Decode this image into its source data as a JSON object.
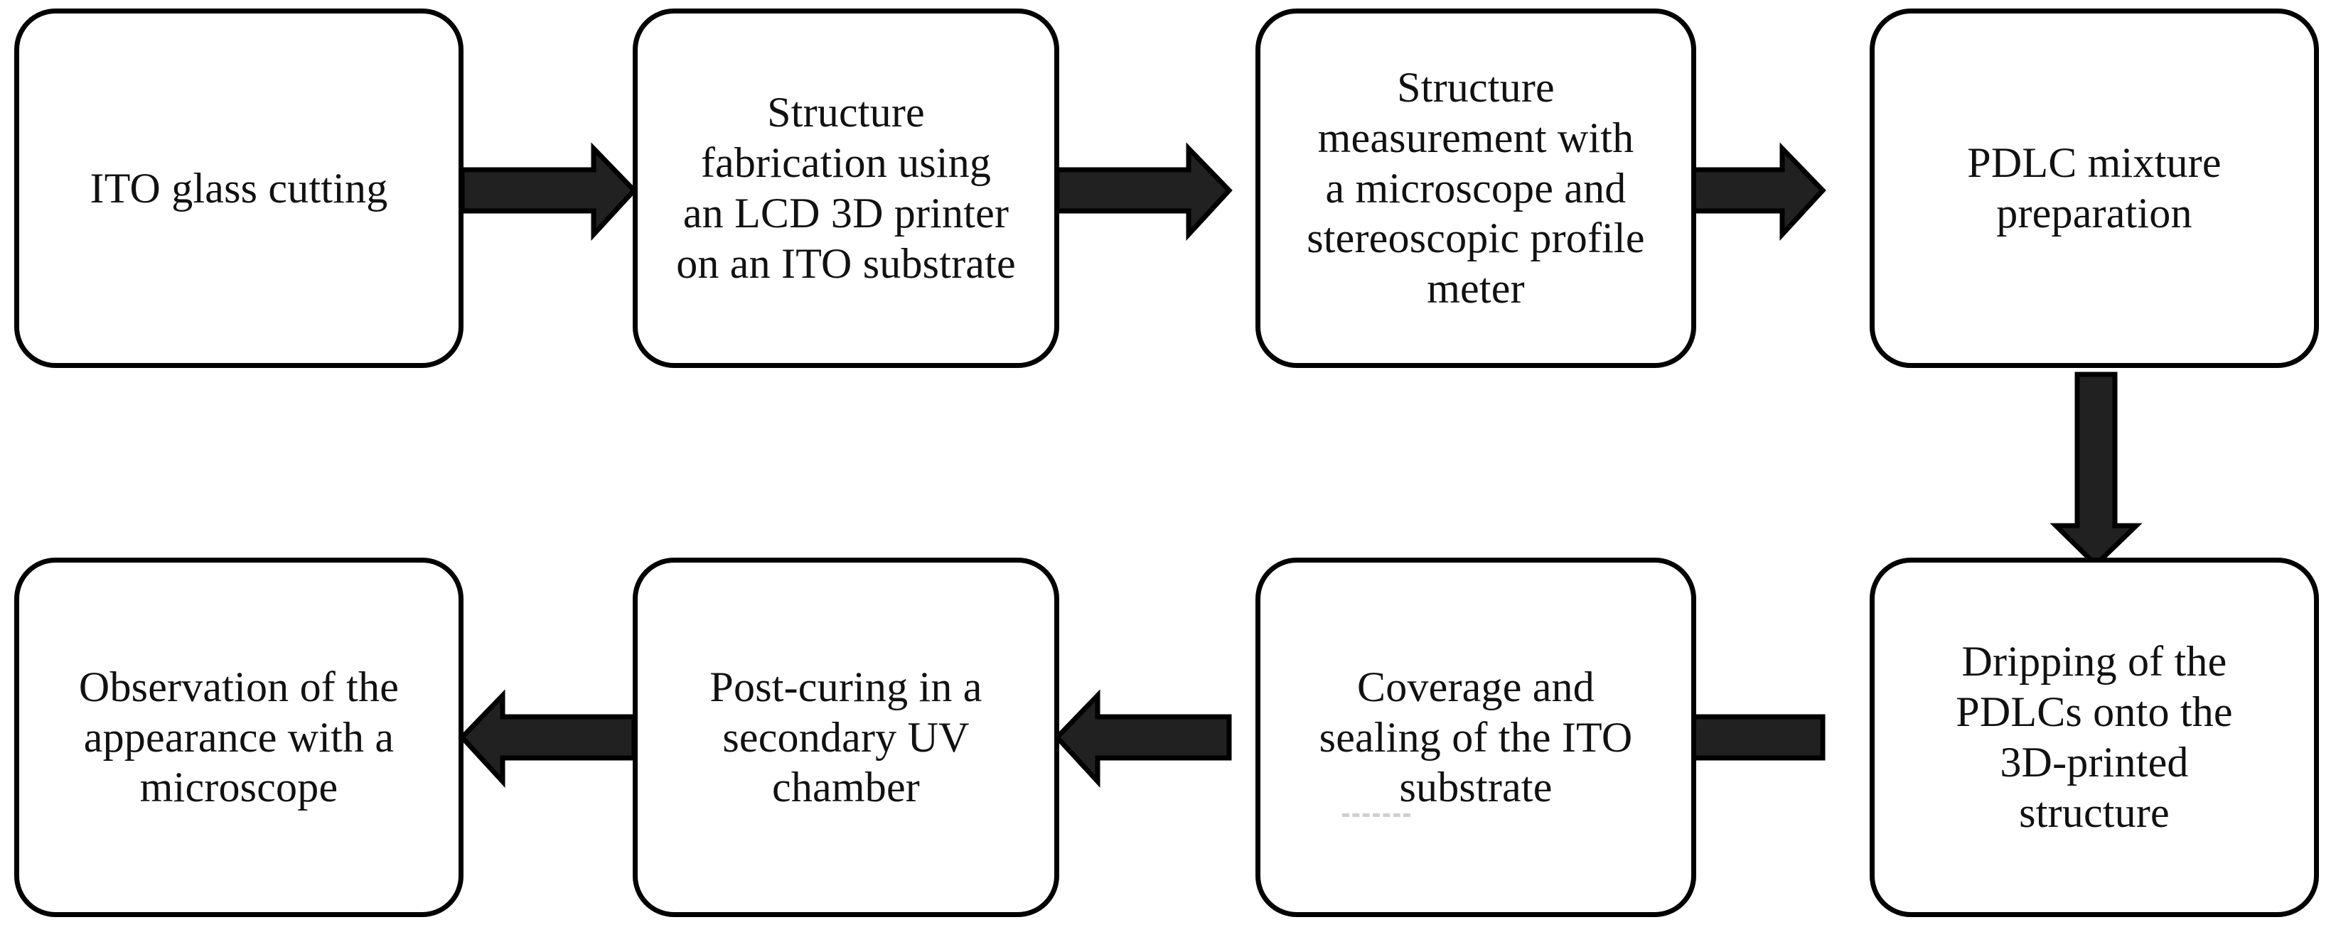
{
  "diagram": {
    "type": "process-flowchart",
    "title": "PDLC device fabrication process",
    "orientation": "serpentine-two-rows",
    "background_color": "#ffffff",
    "node_border_color": "#000000",
    "node_fill_color": "#ffffff",
    "arrow_fill_color": "#212121",
    "arrow_stroke_color": "#000000",
    "text_color": "#111111"
  },
  "nodes": [
    {
      "id": "node-1",
      "order": 1,
      "label": "ITO glass cutting",
      "row": "top",
      "column": 1
    },
    {
      "id": "node-2",
      "order": 2,
      "label": "Structure\nfabrication using\nan LCD 3D printer\non an ITO substrate",
      "row": "top",
      "column": 2
    },
    {
      "id": "node-3",
      "order": 3,
      "label": "Structure\nmeasurement with\na microscope and\nstereoscopic profile\nmeter",
      "row": "top",
      "column": 3
    },
    {
      "id": "node-4",
      "order": 4,
      "label": "PDLC mixture\npreparation",
      "row": "top",
      "column": 4
    },
    {
      "id": "node-5",
      "order": 5,
      "label": "Dripping of the\nPDLCs onto the\n3D-printed\nstructure",
      "row": "bottom",
      "column": 4
    },
    {
      "id": "node-6",
      "order": 6,
      "label": "Coverage and\nsealing of the ITO\nsubstrate",
      "row": "bottom",
      "column": 3
    },
    {
      "id": "node-7",
      "order": 7,
      "label": "Post-curing in a\nsecondary UV\nchamber",
      "row": "bottom",
      "column": 2
    },
    {
      "id": "node-8",
      "order": 8,
      "label": "Observation of the\nappearance with a\nmicroscope",
      "row": "bottom",
      "column": 1
    }
  ],
  "connectors": [
    {
      "id": "arrow-1",
      "from": "node-1",
      "to": "node-2",
      "direction": "right",
      "icon": "arrow-right-icon"
    },
    {
      "id": "arrow-2",
      "from": "node-2",
      "to": "node-3",
      "direction": "right",
      "icon": "arrow-right-icon"
    },
    {
      "id": "arrow-3",
      "from": "node-3",
      "to": "node-4",
      "direction": "right",
      "icon": "arrow-right-icon"
    },
    {
      "id": "arrow-4",
      "from": "node-4",
      "to": "node-5",
      "direction": "down",
      "icon": "arrow-down-icon"
    },
    {
      "id": "arrow-5",
      "from": "node-5",
      "to": "node-6",
      "direction": "left",
      "icon": "arrow-left-icon"
    },
    {
      "id": "arrow-6",
      "from": "node-6",
      "to": "node-7",
      "direction": "left",
      "icon": "arrow-left-icon"
    },
    {
      "id": "arrow-7",
      "from": "node-7",
      "to": "node-8",
      "direction": "left",
      "icon": "arrow-left-icon"
    }
  ]
}
